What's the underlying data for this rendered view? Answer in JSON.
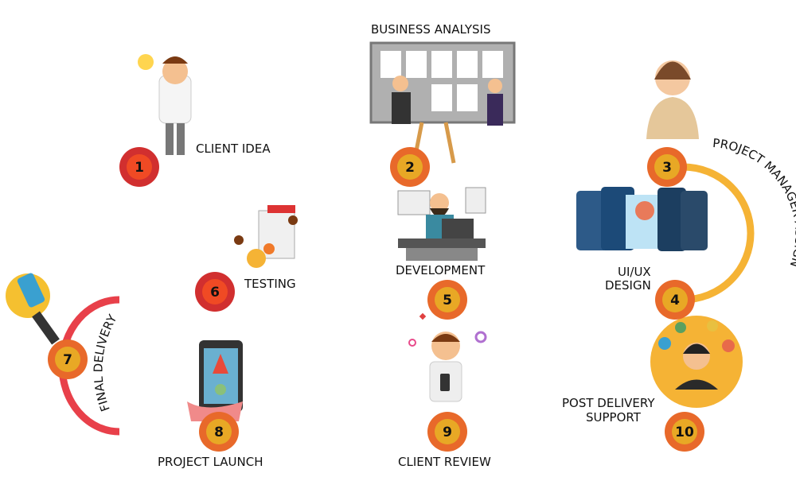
{
  "steps": [
    {
      "number": "1",
      "label": "CLIENT IDEA"
    },
    {
      "number": "2",
      "label": "BUSINESS ANALYSIS"
    },
    {
      "number": "3",
      "label": "PROJECT MANAGER ASSIGN"
    },
    {
      "number": "4",
      "label_line1": "UI/UX",
      "label_line2": "DESIGN"
    },
    {
      "number": "5",
      "label": "DEVELOPMENT"
    },
    {
      "number": "6",
      "label": "TESTING"
    },
    {
      "number": "7",
      "label": "FINAL DELIVERY"
    },
    {
      "number": "8",
      "label": "PROJECT LAUNCH"
    },
    {
      "number": "9",
      "label": "CLIENT REVIEW"
    },
    {
      "number": "10",
      "label_line1": "POST DELIVERY",
      "label_line2": "SUPPORT"
    }
  ],
  "colors": {
    "red": "#d32f2f",
    "pink": "#e91e63",
    "orange": "#f07a2a",
    "yellow": "#f5b335",
    "node_inner": "#e8a825"
  }
}
